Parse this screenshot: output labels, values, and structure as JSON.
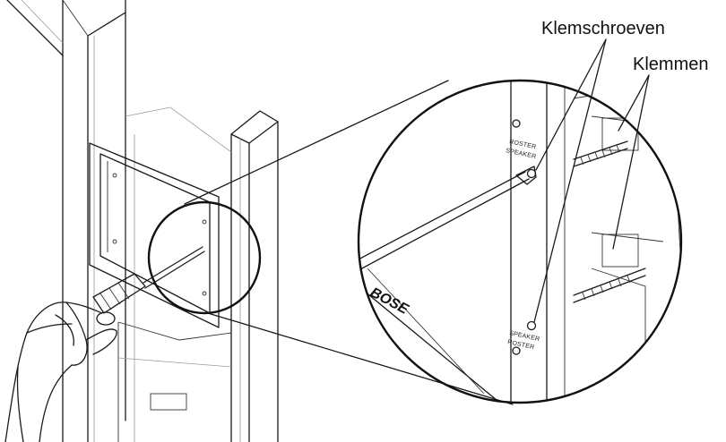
{
  "callouts": {
    "screws": "Klemschroeven",
    "clamps": "Klemmen"
  },
  "panel_labels": {
    "top_upper": "ROSTER",
    "top_lower": "SPEAKER",
    "bottom_upper": "SPEAKER",
    "bottom_lower": "ROSTER"
  },
  "colors": {
    "line": "#1a1a1a",
    "background": "#ffffff"
  }
}
